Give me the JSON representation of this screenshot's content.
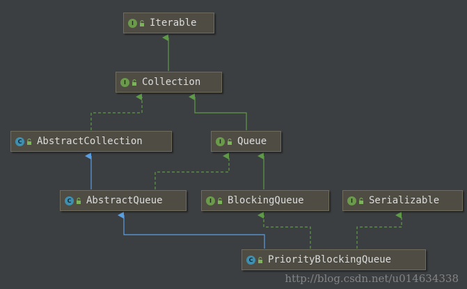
{
  "diagram": {
    "nodes": [
      {
        "id": "iterable",
        "kind": "interface",
        "badge": "I",
        "label": "Iterable"
      },
      {
        "id": "collection",
        "kind": "interface",
        "badge": "I",
        "label": "Collection"
      },
      {
        "id": "abstract_collection",
        "kind": "class",
        "badge": "C",
        "label": "AbstractCollection"
      },
      {
        "id": "queue",
        "kind": "interface",
        "badge": "I",
        "label": "Queue"
      },
      {
        "id": "abstract_queue",
        "kind": "class",
        "badge": "C",
        "label": "AbstractQueue"
      },
      {
        "id": "blocking_queue",
        "kind": "interface",
        "badge": "I",
        "label": "BlockingQueue"
      },
      {
        "id": "serializable",
        "kind": "interface",
        "badge": "I",
        "label": "Serializable"
      },
      {
        "id": "priority_blocking_queue",
        "kind": "class",
        "badge": "C",
        "label": "PriorityBlockingQueue"
      }
    ],
    "edges": [
      {
        "from": "collection",
        "to": "iterable",
        "type": "extends-interface"
      },
      {
        "from": "abstract_collection",
        "to": "collection",
        "type": "implements"
      },
      {
        "from": "queue",
        "to": "collection",
        "type": "extends-interface"
      },
      {
        "from": "abstract_queue",
        "to": "abstract_collection",
        "type": "extends-class"
      },
      {
        "from": "abstract_queue",
        "to": "queue",
        "type": "implements"
      },
      {
        "from": "blocking_queue",
        "to": "queue",
        "type": "extends-interface"
      },
      {
        "from": "priority_blocking_queue",
        "to": "abstract_queue",
        "type": "extends-class"
      },
      {
        "from": "priority_blocking_queue",
        "to": "blocking_queue",
        "type": "implements"
      },
      {
        "from": "priority_blocking_queue",
        "to": "serializable",
        "type": "implements"
      }
    ]
  },
  "colors": {
    "background": "#3c3f41",
    "interface_edge": "#5f9a48",
    "class_edge": "#5b9fe3"
  },
  "watermark": "http://blog.csdn.net/u014634338"
}
